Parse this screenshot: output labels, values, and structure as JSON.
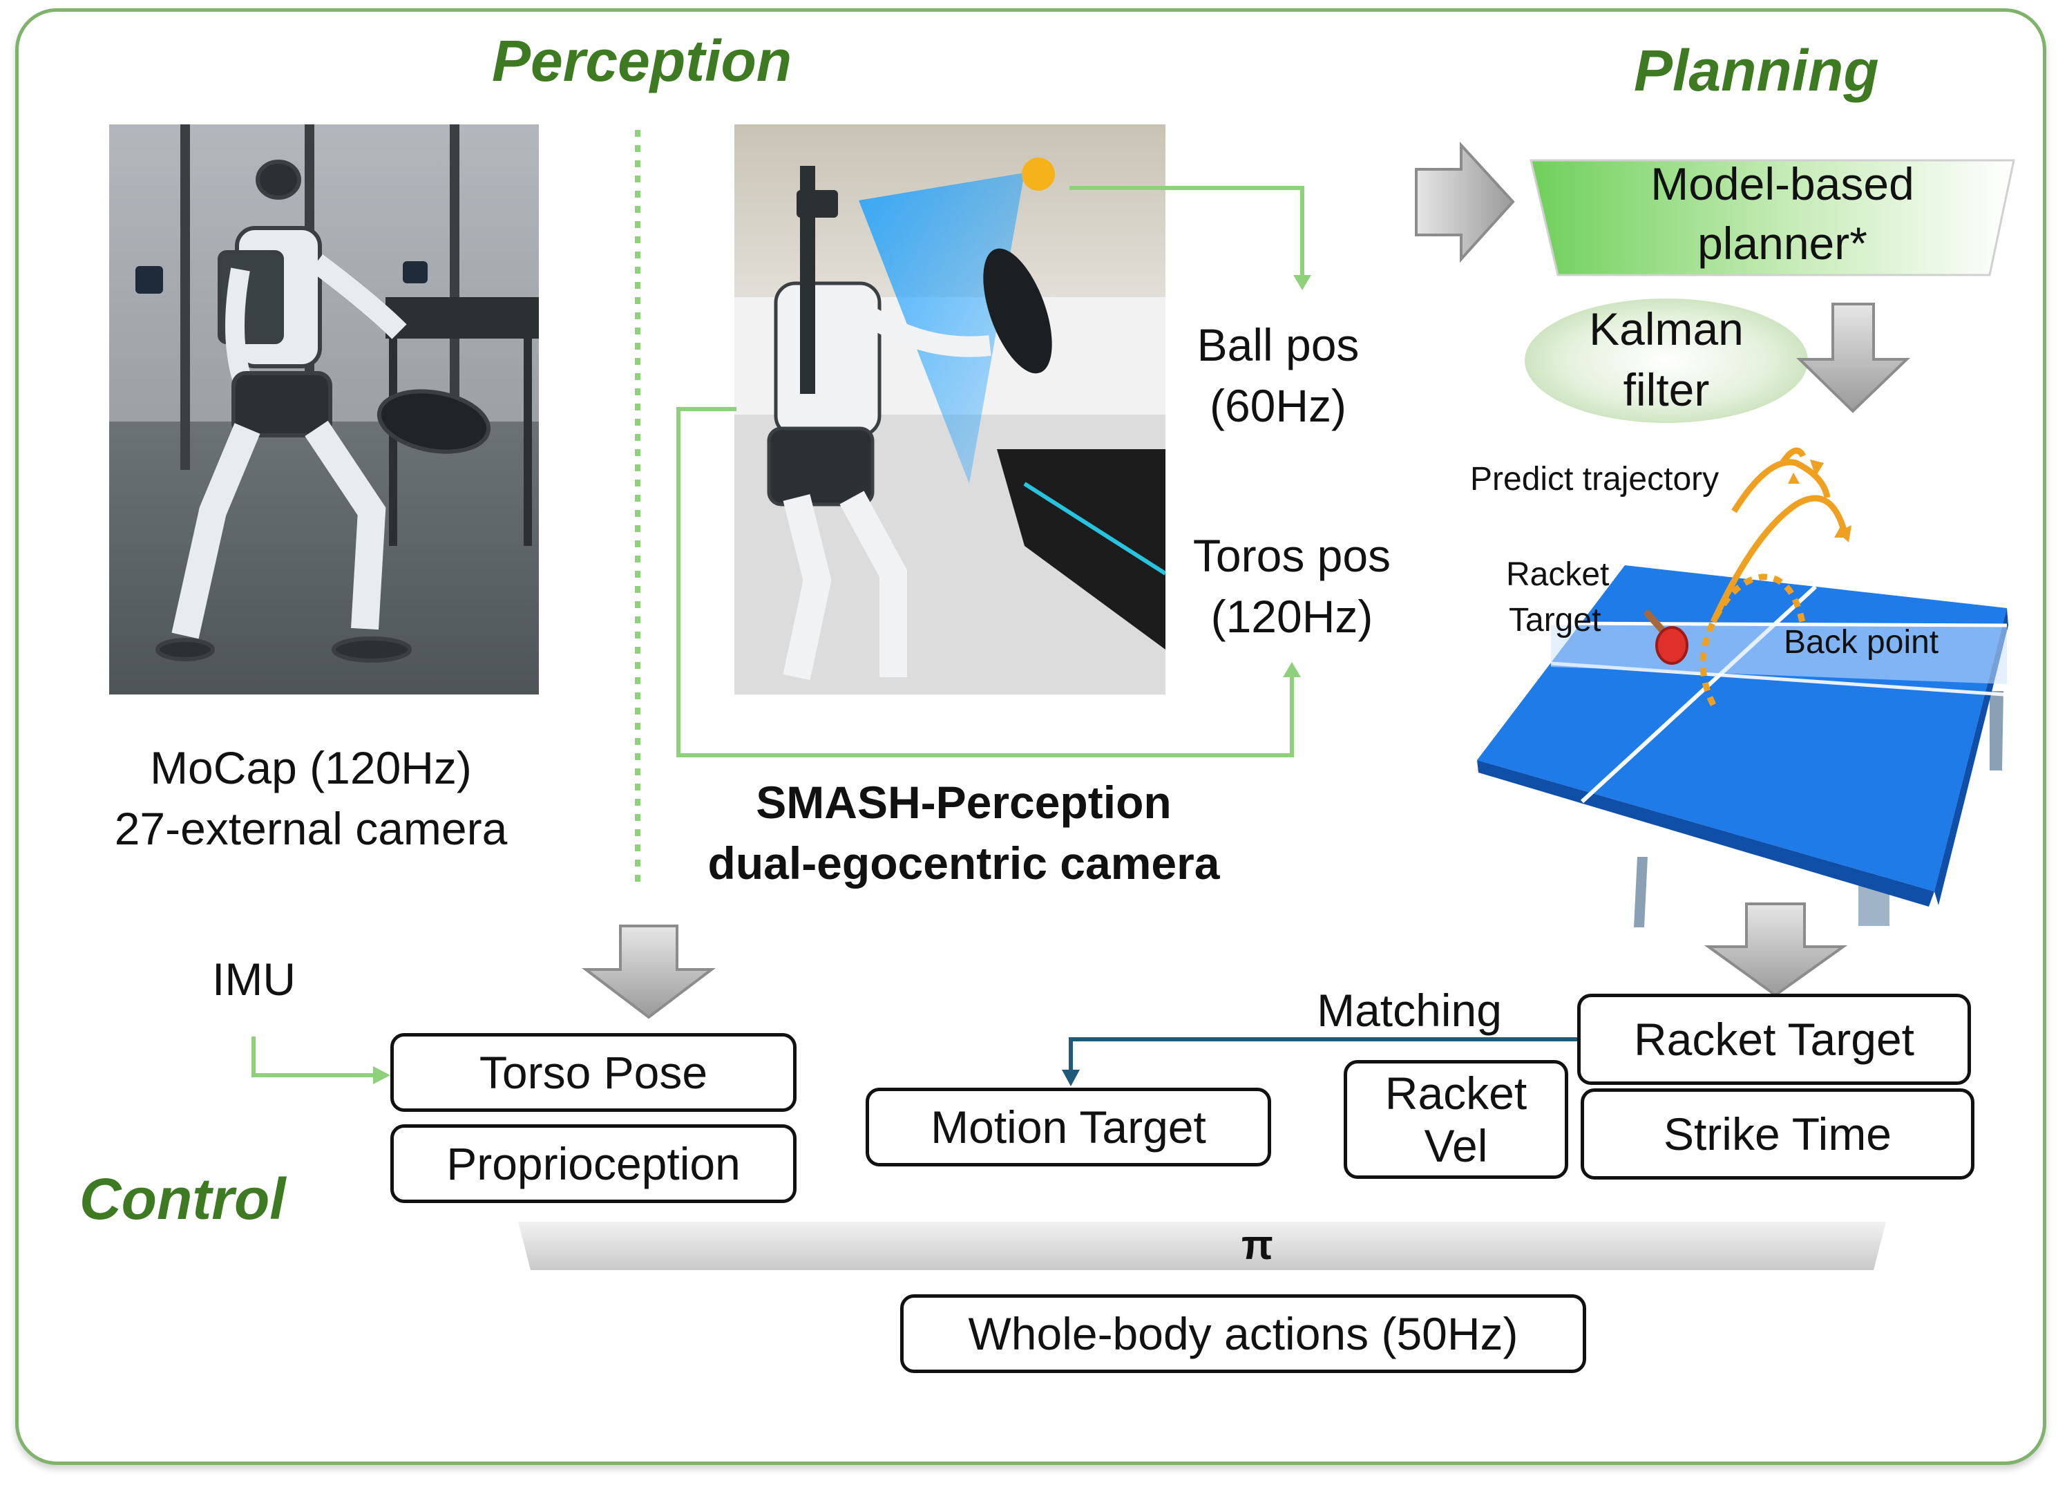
{
  "sections": {
    "perception": "Perception",
    "planning": "Planning",
    "control": "Control"
  },
  "mocap": {
    "line1": "MoCap (120Hz)",
    "line2": "27-external camera"
  },
  "smash": {
    "line1": "SMASH-Perception",
    "line2": "dual-egocentric camera"
  },
  "ball_pos": {
    "line1": "Ball pos",
    "line2": "(60Hz)"
  },
  "toros_pos": {
    "line1": "Toros pos",
    "line2": "(120Hz)"
  },
  "planner": {
    "line1": "Model-based",
    "line2": "planner*"
  },
  "kalman": {
    "line1": "Kalman",
    "line2": "filter"
  },
  "table_labels": {
    "predict": "Predict trajectory",
    "racket_target_1": "Racket",
    "racket_target_2": "Target",
    "back_point": "Back point"
  },
  "control": {
    "imu": "IMU",
    "torso_pose": "Torso Pose",
    "proprioception": "Proprioception",
    "matching": "Matching",
    "motion_target": "Motion Target",
    "racket_vel_1": "Racket",
    "racket_vel_2": "Vel",
    "racket_target": "Racket Target",
    "strike_time": "Strike Time",
    "pi": "π",
    "actions": "Whole-body actions (50Hz)"
  },
  "colors": {
    "section_green": "#3d7a22",
    "connector_green": "#8fd17a",
    "matching_blue": "#1f5a78",
    "table_blue": "#1f7be8",
    "trajectory_orange": "#f0a020",
    "arrow_gray": "#b8b8b8"
  },
  "icons": [
    "block-arrow-down-icon",
    "block-arrow-right-icon",
    "ping-pong-paddle-icon"
  ]
}
